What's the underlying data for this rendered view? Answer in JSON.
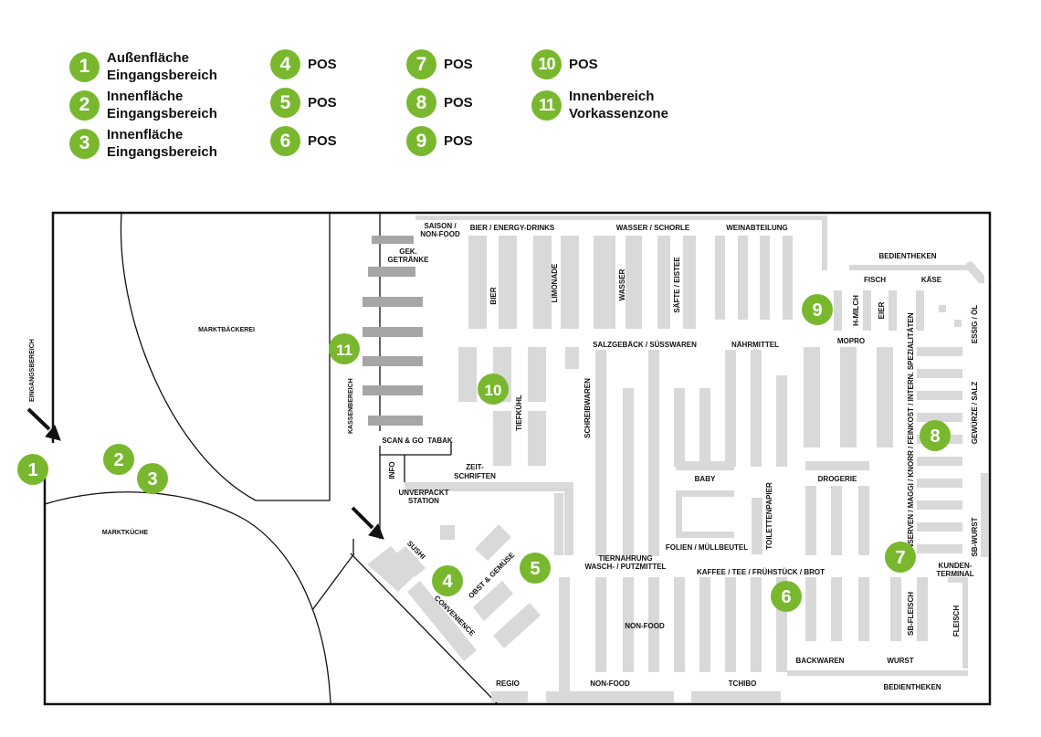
{
  "legend": [
    {
      "num": "1",
      "lines": [
        "Außenfläche",
        "Eingangsbereich"
      ]
    },
    {
      "num": "2",
      "lines": [
        "Innenfläche",
        "Eingangsbereich"
      ]
    },
    {
      "num": "3",
      "lines": [
        "Innenfläche",
        "Eingangsbereich"
      ]
    },
    {
      "num": "4",
      "lines": [
        "POS"
      ]
    },
    {
      "num": "5",
      "lines": [
        "POS"
      ]
    },
    {
      "num": "6",
      "lines": [
        "POS"
      ]
    },
    {
      "num": "7",
      "lines": [
        "POS"
      ]
    },
    {
      "num": "8",
      "lines": [
        "POS"
      ]
    },
    {
      "num": "9",
      "lines": [
        "POS"
      ]
    },
    {
      "num": "10",
      "lines": [
        "POS"
      ]
    },
    {
      "num": "11",
      "lines": [
        "Innenbereich",
        "Vorkassenzone"
      ]
    }
  ],
  "rooms": {
    "eingang": "EINGANGSBEREICH",
    "baeckerei": "MARKTBÄCKEREI",
    "kueche": "MARKTKÜCHE",
    "kassen": "KASSENBEREICH"
  },
  "labels": {
    "saison_1": "SAISON /",
    "saison_2": "NON-FOOD",
    "bier_energy": "BIER / ENERGY-DRINKS",
    "wasser_schorle": "WASSER / SCHORLE",
    "weinabteilung": "WEINABTEILUNG",
    "gek_1": "GEK.",
    "gek_2": "GETRÄNKE",
    "bier": "BIER",
    "limonade": "LIMONADE",
    "wasser": "WASSER",
    "saefte": "SÄFTE / EISTEE",
    "bedientheken_top": "BEDIENTHEKEN",
    "fisch": "FISCH",
    "kaese": "KÄSE",
    "hmilch": "H-MILCH",
    "eier": "EIER",
    "essig": "ESSIG / ÖL",
    "salzgebaeck": "SALZGEBÄCK / SÜSSWAREN",
    "naehrmittel": "NÄHRMITTEL",
    "mopro": "MOPRO",
    "konserven": "KONSERVEN / MAGGI / KNORR / FEINKOST / INTERN. SPEZIALITÄTEN",
    "gewuerze": "GEWÜRZE / SALZ",
    "schreibwaren": "SCHREIBWAREN",
    "tiefkuehl": "TIEFKÜHL",
    "scan_go": "SCAN & GO",
    "tabak": "TABAK",
    "info": "INFO",
    "zeit_1": "ZEIT-",
    "zeit_2": "SCHRIFTEN",
    "baby": "BABY",
    "drogerie": "DROGERIE",
    "toilettenpapier": "TOILETTENPAPIER",
    "unverpackt_1": "UNVERPACKT",
    "unverpackt_2": "STATION",
    "sbwurst": "SB-WURST",
    "folien": "FOLIEN / MÜLLBEUTEL",
    "sushi": "SUSHI",
    "obst": "OBST & GEMÜSE",
    "tiernahrung_1": "TIERNAHRUNG",
    "tiernahrung_2": "WASCH- / PUTZMITTEL",
    "kaffee": "KAFFEE / TEE / FRÜHSTÜCK / BROT",
    "kunden_1": "KUNDEN-",
    "kunden_2": "TERMINAL",
    "convenience": "CONVENIENCE",
    "nonfood_mid": "NON-FOOD",
    "sbfleisch": "SB-FLEISCH",
    "fleisch": "FLEISCH",
    "backwaren": "BACKWAREN",
    "wurst": "WURST",
    "regio": "REGIO",
    "nonfood_bottom": "NON-FOOD",
    "tchibo": "TCHIBO",
    "bedientheken_bottom": "BEDIENTHEKEN"
  },
  "markers": [
    {
      "num": "1"
    },
    {
      "num": "2"
    },
    {
      "num": "3"
    },
    {
      "num": "4"
    },
    {
      "num": "5"
    },
    {
      "num": "6"
    },
    {
      "num": "7"
    },
    {
      "num": "8"
    },
    {
      "num": "9"
    },
    {
      "num": "10"
    },
    {
      "num": "11"
    }
  ],
  "colors": {
    "marker": "#79b82e",
    "shelf": "#d9d9d9",
    "dark_shelf": "#a6a6a6",
    "wall": "#111111"
  }
}
